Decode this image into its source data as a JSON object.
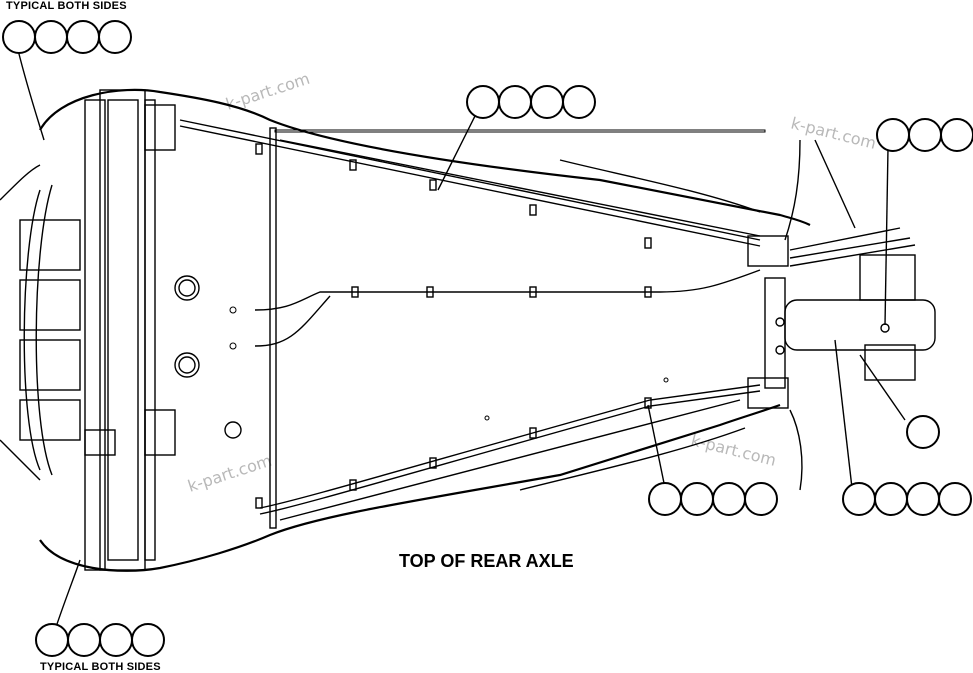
{
  "notes": {
    "top_left": "TYPICAL BOTH SIDES",
    "bottom_left": "TYPICAL BOTH SIDES"
  },
  "view_title": "TOP OF REAR AXLE",
  "watermark": "k-part.com",
  "callout_groups": [
    {
      "id": "callout-top-left",
      "count": 4
    },
    {
      "id": "callout-top-center",
      "count": 4
    },
    {
      "id": "callout-top-right",
      "count": 3
    },
    {
      "id": "callout-right-single",
      "count": 1
    },
    {
      "id": "callout-bottom-center",
      "count": 4
    },
    {
      "id": "callout-bottom-right",
      "count": 4
    },
    {
      "id": "callout-bottom-left",
      "count": 4
    }
  ]
}
